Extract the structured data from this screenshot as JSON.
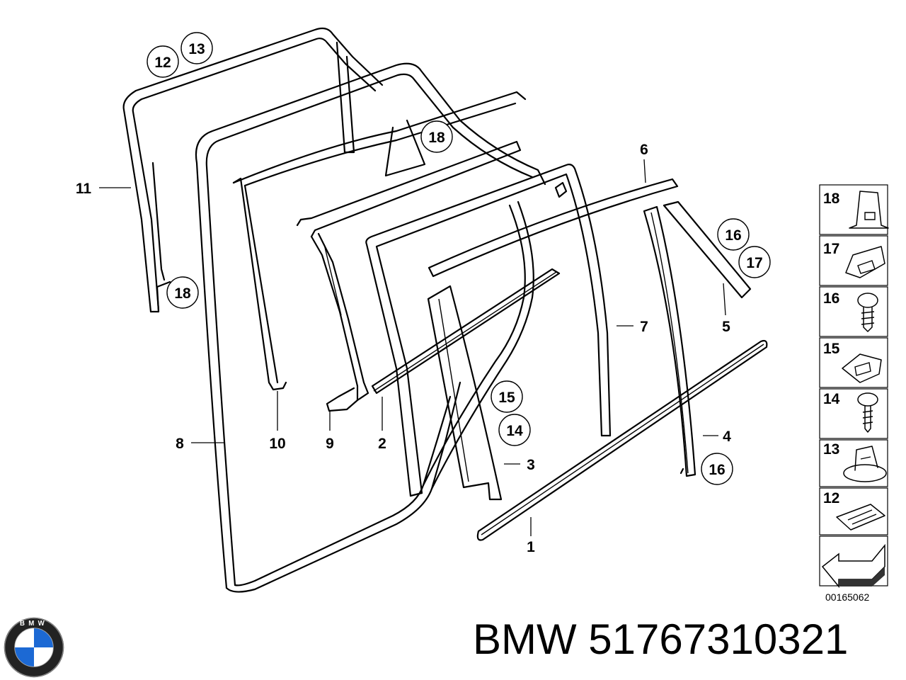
{
  "diagram": {
    "part_labels": [
      "1",
      "2",
      "3",
      "4",
      "5",
      "6",
      "7",
      "8",
      "9",
      "10",
      "11"
    ],
    "callouts": {
      "top_a": "12",
      "top_b": "13",
      "left_18": "18",
      "mid_18": "18",
      "c15": "15",
      "c14": "14",
      "c16_upper": "16",
      "c17": "17",
      "c16_lower": "16"
    },
    "legend": [
      "18",
      "17",
      "16",
      "15",
      "14",
      "13",
      "12"
    ],
    "reference_code": "00165062"
  },
  "brand": {
    "logo_letters": "BMW",
    "caption": "BMW 51767310321"
  }
}
